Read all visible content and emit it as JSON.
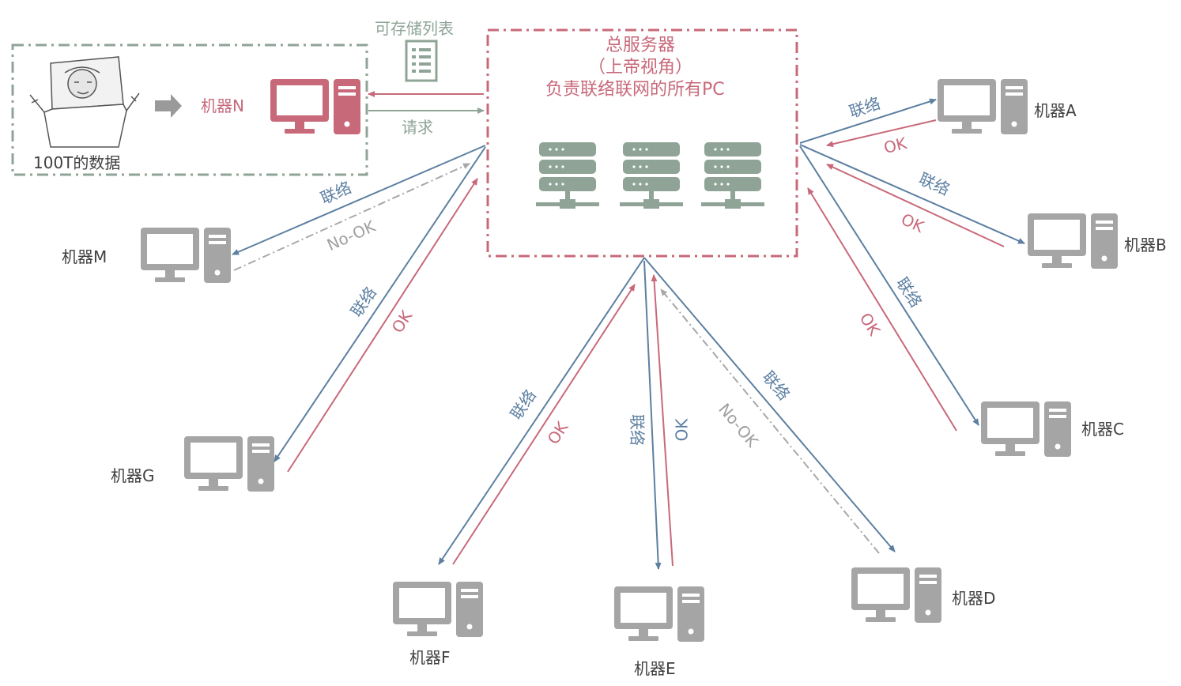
{
  "server": {
    "title_line1": "总服务器",
    "title_line2": "（上帝视角）",
    "title_line3": "负责联络联网的所有PC"
  },
  "storage_list_label": "可存储列表",
  "request_label": "请求",
  "data_label": "100T的数据",
  "machines": {
    "N": "机器N",
    "A": "机器A",
    "B": "机器B",
    "C": "机器C",
    "D": "机器D",
    "E": "机器E",
    "F": "机器F",
    "G": "机器G",
    "M": "机器M"
  },
  "links": {
    "contact": "联络",
    "ok": "OK",
    "no_ok": "No-OK"
  },
  "colors": {
    "server_pink": "#c8697a",
    "storage_green": "#8fa497",
    "link_blue": "#5c7fa1",
    "machine_grey": "#a5a5a5",
    "no_ok_grey": "#a0a0a0"
  }
}
